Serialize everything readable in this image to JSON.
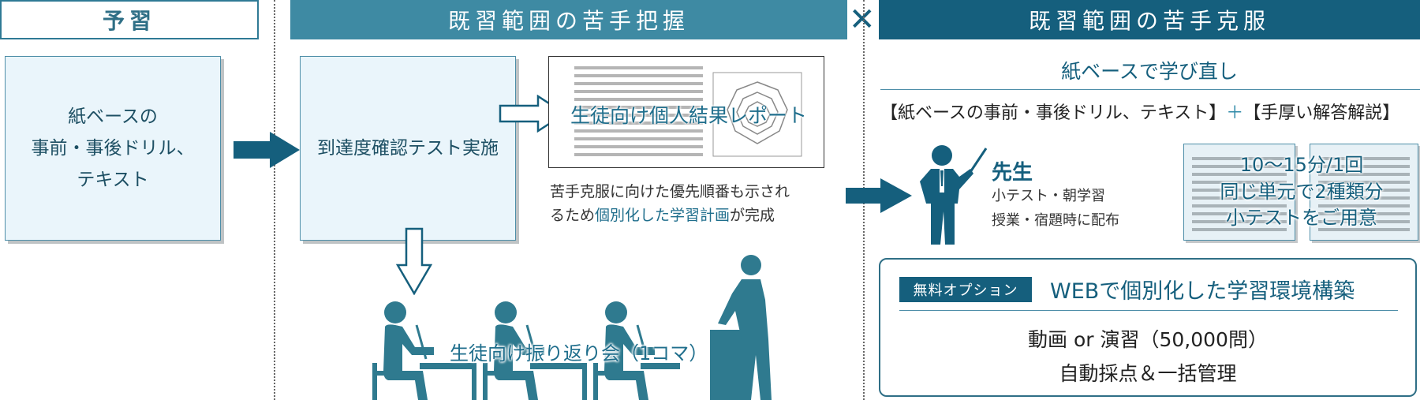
{
  "headers": {
    "yoshu": "予習",
    "grasp": "既習範囲の苦手把握",
    "overcome": "既習範囲の苦手克服",
    "x_mark": "✕"
  },
  "notes": {
    "preview_materials": "紙ベースの\n事前・事後ドリル、\nテキスト",
    "achievement_test": "到達度確認テスト実施"
  },
  "report": {
    "title": "生徒向け個人結果レポート",
    "desc_part1": "苦手克服に向けた優先順番も示され",
    "desc_part2": "るため",
    "desc_highlight": "個別化した学習計画",
    "desc_part3": "が完成"
  },
  "review_session": {
    "label": "生徒向け振り返り会（1コマ）"
  },
  "overcome": {
    "title": "紙ベースで学び直し",
    "subtitle_left": "【紙ベースの事前・事後ドリル、テキスト】",
    "subtitle_plus": "＋",
    "subtitle_right": "【手厚い解答解説】",
    "teacher_label": "先生",
    "teacher_text": "小テスト・朝学習\n授業・宿題時に配布",
    "paper_line1": "10～15分/1回",
    "paper_line2": "同じ単元で2種類分",
    "paper_line3": "小テストをご用意"
  },
  "option": {
    "badge": "無料オプション",
    "title": "WEBで個別化した学習環境構築",
    "line1": "動画 or 演習（50,000問）",
    "line2": "自動採点＆一括管理"
  },
  "colors": {
    "dark": "#155f7d",
    "mid": "#3e8aa3",
    "figure": "#2f7a8f",
    "note_bg": "#eaf5fb"
  }
}
